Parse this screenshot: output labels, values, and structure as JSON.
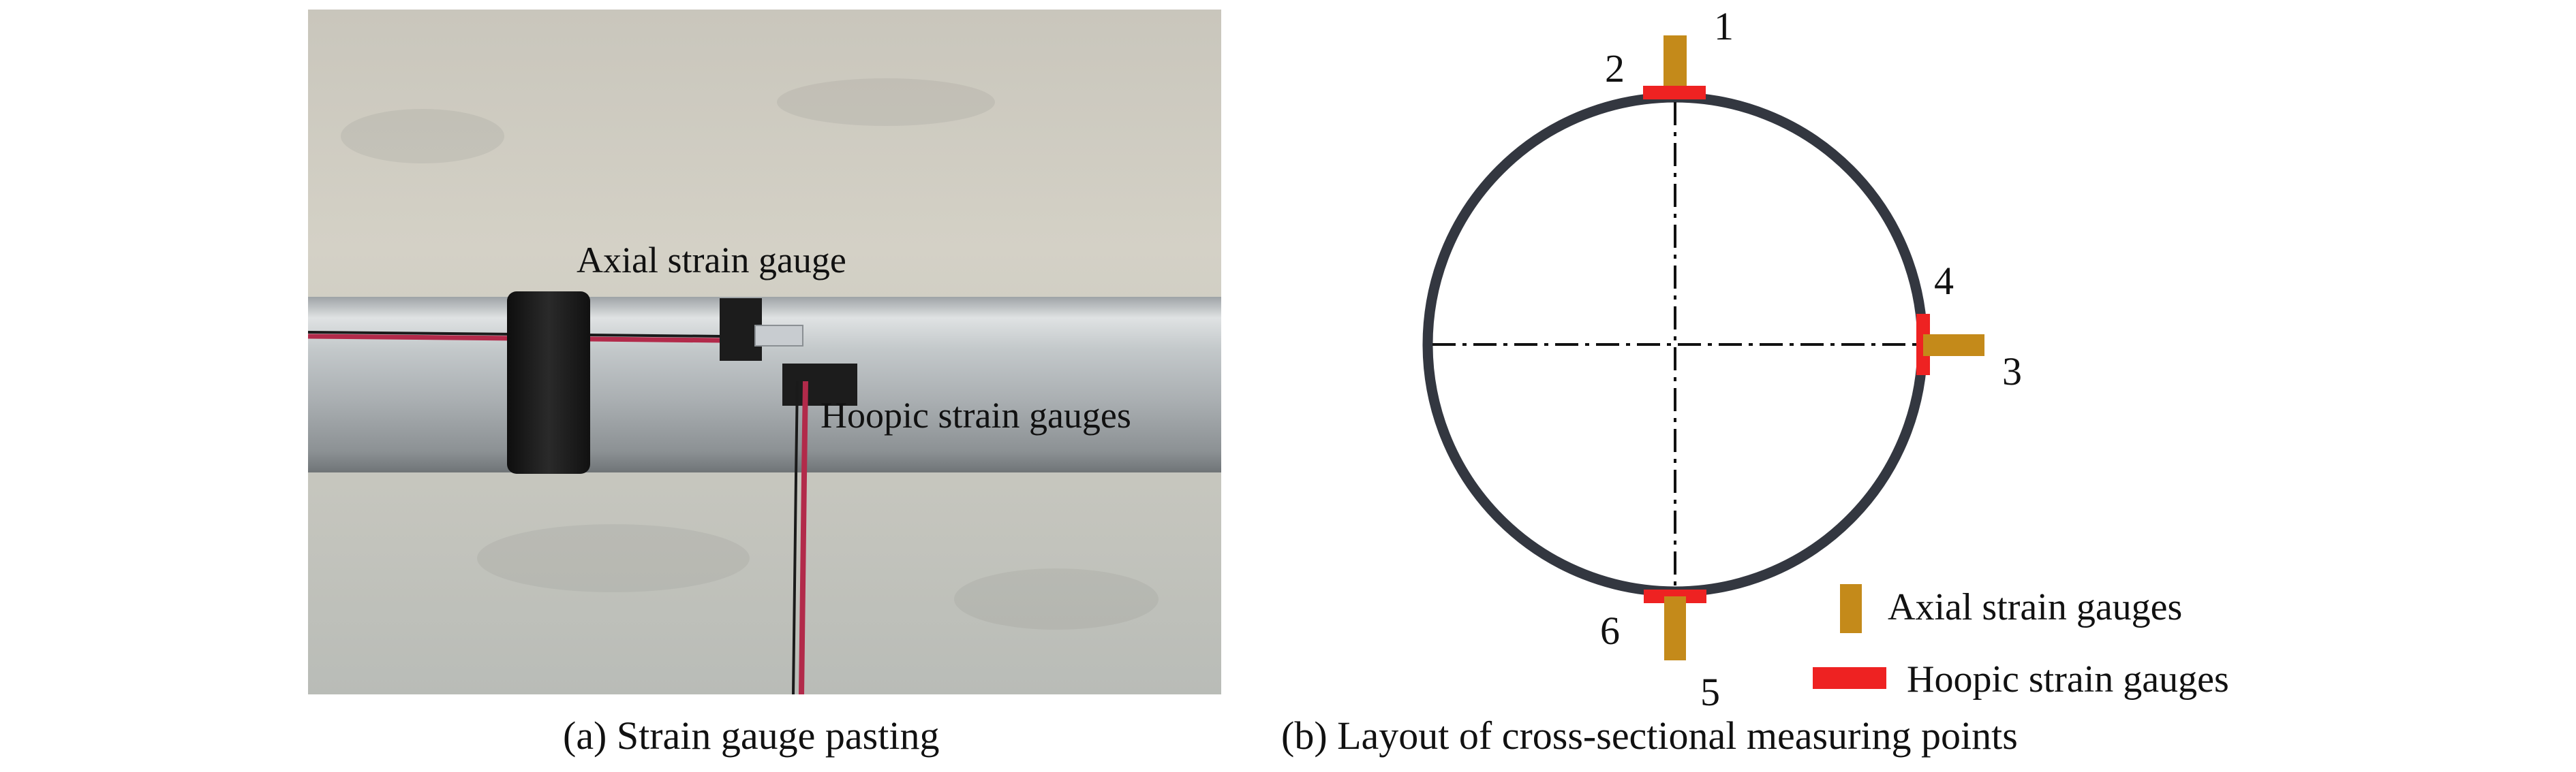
{
  "panel_a": {
    "label_axial": "Axial strain gauge",
    "label_hoopic": "Hoopic strain gauges",
    "caption": "(a) Strain gauge pasting"
  },
  "panel_b": {
    "points": [
      "1",
      "2",
      "3",
      "4",
      "5",
      "6"
    ],
    "legend": {
      "axial": "Axial strain gauges",
      "hoopic": "Hoopic strain gauges"
    },
    "caption": "(b) Layout of cross-sectional measuring points"
  },
  "colors": {
    "axial_gauge": "#c48a1a",
    "hoopic_gauge": "#ee2222",
    "pipe_ring": "#333740"
  }
}
